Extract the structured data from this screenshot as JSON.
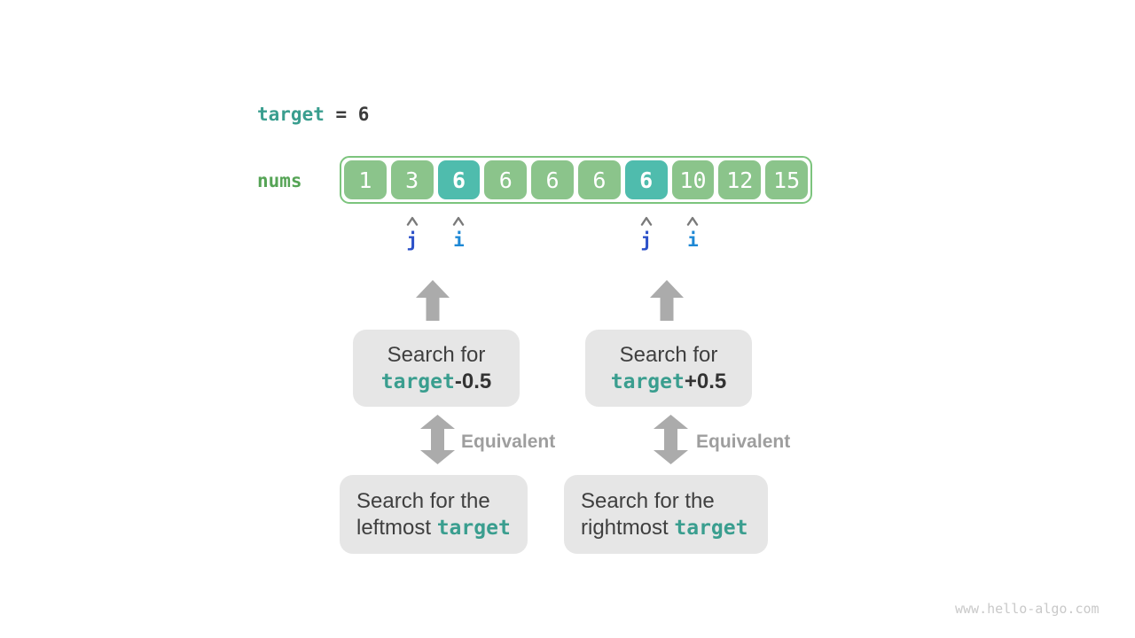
{
  "colors": {
    "cell-green": "#8bc48b",
    "cell-teal": "#4fbcad",
    "array-border": "#7cc47d",
    "nums-green": "#56a456",
    "code-teal": "#3a9e8f",
    "dark-text": "#3b3b3b",
    "box-bg": "#e6e6e6",
    "box-text": "#3f3f3f",
    "arrow-gray": "#ababab",
    "equiv-gray": "#9e9e9e",
    "caret-gray": "#7a7a7a",
    "pointer-j": "#2b50c8",
    "pointer-i": "#1e88d5",
    "watermark-gray": "#c9c9c9"
  },
  "header": {
    "code": "target",
    "rest": " = 6"
  },
  "array": {
    "label": "nums",
    "cells": [
      {
        "value": "1",
        "highlight": false
      },
      {
        "value": "3",
        "highlight": false
      },
      {
        "value": "6",
        "highlight": true
      },
      {
        "value": "6",
        "highlight": false
      },
      {
        "value": "6",
        "highlight": false
      },
      {
        "value": "6",
        "highlight": false
      },
      {
        "value": "6",
        "highlight": true
      },
      {
        "value": "10",
        "highlight": false
      },
      {
        "value": "12",
        "highlight": false
      },
      {
        "value": "15",
        "highlight": false
      }
    ]
  },
  "pointers": [
    {
      "name": "j",
      "cell_index": 1
    },
    {
      "name": "i",
      "cell_index": 2
    },
    {
      "name": "j",
      "cell_index": 6
    },
    {
      "name": "i",
      "cell_index": 7
    }
  ],
  "branches": {
    "left": {
      "top_line1": "Search for",
      "top_code": "target",
      "top_suffix": "-0.5",
      "equiv_label": "Equivalent",
      "bottom_line1": "Search for the",
      "bottom_prefix": "leftmost ",
      "bottom_code": "target"
    },
    "right": {
      "top_line1": "Search for",
      "top_code": "target",
      "top_suffix": "+0.5",
      "equiv_label": "Equivalent",
      "bottom_line1": "Search for the",
      "bottom_prefix": "rightmost ",
      "bottom_code": "target"
    }
  },
  "watermark": "www.hello-algo.com"
}
